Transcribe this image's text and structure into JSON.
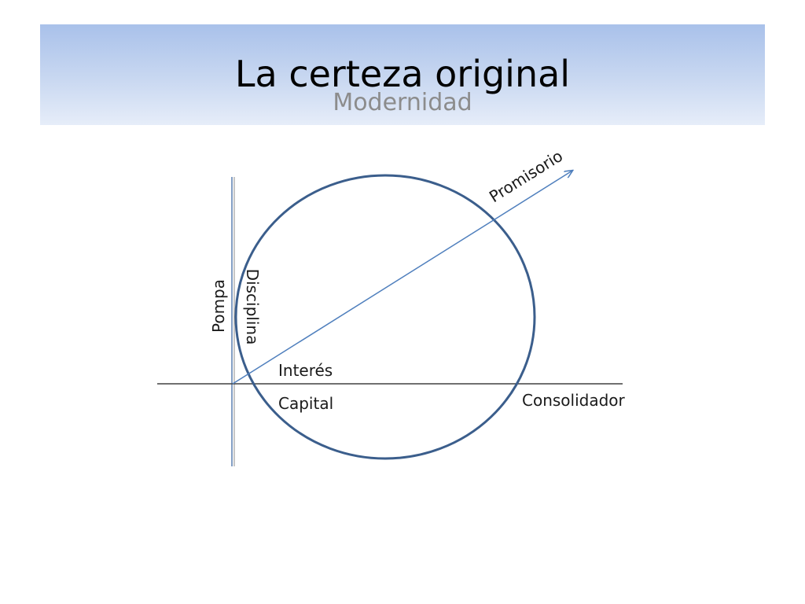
{
  "slide": {
    "title": "La certeza original",
    "subtitle": "Modernidad"
  },
  "diagram": {
    "labels": {
      "promisorio": "Promisorio",
      "pompa": "Pompa",
      "disciplina": "Disciplina",
      "interes": "Interés",
      "capital": "Capital",
      "consolidador": "Consolidador"
    },
    "colors": {
      "circle": "#3b5e8c",
      "arrow": "#4f7fbd",
      "horizontal_axis": "#404040",
      "vertical_axis": "#5a7fb0",
      "title_band_top": "#a9c1ea",
      "title_band_bottom": "#e6edf9",
      "subtitle": "#8c8c8c"
    }
  }
}
